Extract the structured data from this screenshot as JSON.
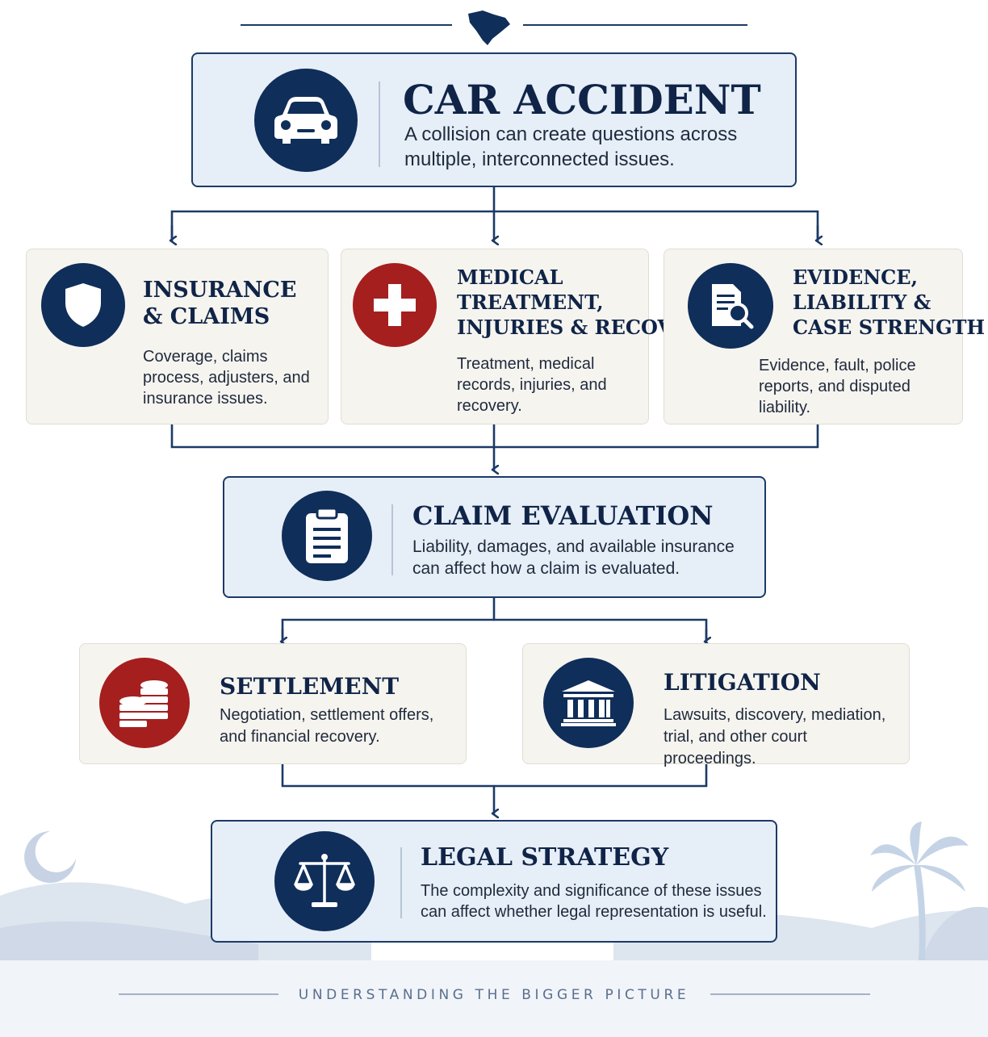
{
  "top": {
    "title": "CAR ACCIDENT",
    "desc": "A collision can create questions across multiple, interconnected issues."
  },
  "issues": [
    {
      "title": "INSURANCE\n& CLAIMS",
      "desc": "Coverage, claims process, adjusters, and insurance issues.",
      "icon": "shield-icon"
    },
    {
      "title": "MEDICAL\nTREATMENT,\nINJURIES & RECOVERY",
      "desc": "Treatment, medical records, injuries, and recovery.",
      "icon": "medical-cross-icon"
    },
    {
      "title": "EVIDENCE,\nLIABILITY &\nCASE STRENGTH",
      "desc": "Evidence, fault, police reports, and disputed liability.",
      "icon": "document-search-icon"
    }
  ],
  "evaluation": {
    "title": "CLAIM EVALUATION",
    "desc": "Liability, damages, and available insurance can affect how a claim is evaluated.",
    "icon": "clipboard-icon"
  },
  "outcomes": [
    {
      "title": "SETTLEMENT",
      "desc": "Negotiation, settlement offers, and financial recovery.",
      "icon": "coins-icon"
    },
    {
      "title": "LITIGATION",
      "desc": "Lawsuits, discovery, mediation, trial, and other court proceedings.",
      "icon": "courthouse-icon"
    }
  ],
  "strategy": {
    "title": "LEGAL STRATEGY",
    "desc": "The complexity and significance of these issues can affect whether legal representation is useful.",
    "icon": "scales-icon"
  },
  "footer": "UNDERSTANDING THE BIGGER PICTURE",
  "colors": {
    "navy": "#0f2e5a",
    "red": "#a51f1f",
    "box_blue": "#e6eef8",
    "box_cream": "#f6f4ef"
  }
}
